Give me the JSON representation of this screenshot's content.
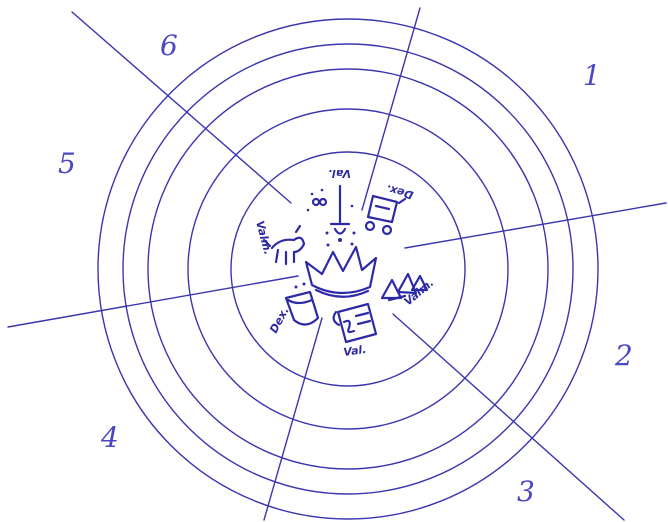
{
  "sectors": [
    {
      "number": "1"
    },
    {
      "number": "2"
    },
    {
      "number": "3"
    },
    {
      "number": "4"
    },
    {
      "number": "5"
    },
    {
      "number": "6"
    }
  ],
  "ring_count": 5,
  "center_symbol": "crown-icon",
  "sketches": [
    {
      "icon": "sword-icon",
      "label": "Val."
    },
    {
      "icon": "cart-icon",
      "label": "Dex."
    },
    {
      "icon": "triangles-icon",
      "label": "Valm."
    },
    {
      "icon": "scroll-icon",
      "label": "Val."
    },
    {
      "icon": "cup-icon",
      "label": "Dex."
    },
    {
      "icon": "beast-icon",
      "label": "Valm."
    }
  ],
  "colors": {
    "line": "#3a36b0",
    "ink": "#2d2aa6",
    "label": "#4a46c4",
    "background": "#ffffff"
  }
}
